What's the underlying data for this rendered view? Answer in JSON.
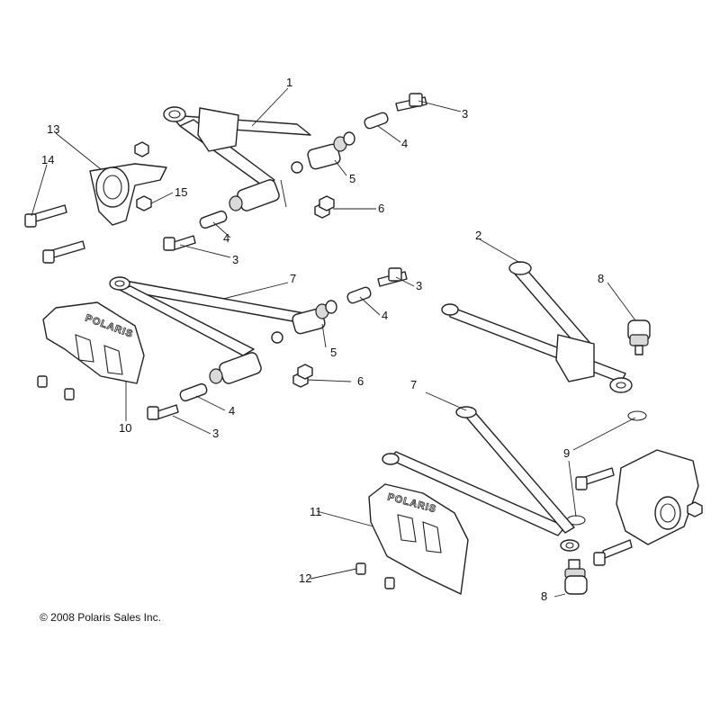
{
  "callouts": {
    "c1": "1",
    "c2": "2",
    "c3a": "3",
    "c3b": "3",
    "c3c": "3",
    "c3d": "3",
    "c4a": "4",
    "c4b": "4",
    "c4c": "4",
    "c4d": "4",
    "c5a": "5",
    "c5b": "5",
    "c6a": "6",
    "c6b": "6",
    "c7a": "7",
    "c7b": "7",
    "c8a": "8",
    "c8b": "8",
    "c9": "9",
    "c10": "10",
    "c11": "11",
    "c12": "12",
    "c13": "13",
    "c14": "14",
    "c15": "15"
  },
  "brand": "POLARIS",
  "copyright": "© 2008 Polaris Sales Inc.",
  "parts": [
    {
      "id": "1",
      "icon": "upper-a-arm-icon"
    },
    {
      "id": "2",
      "icon": "upper-a-arm-icon"
    },
    {
      "id": "3",
      "icon": "bolt-icon"
    },
    {
      "id": "4",
      "icon": "sleeve-icon"
    },
    {
      "id": "5",
      "icon": "bushing-icon"
    },
    {
      "id": "6",
      "icon": "nut-icon"
    },
    {
      "id": "7",
      "icon": "lower-a-arm-icon"
    },
    {
      "id": "8",
      "icon": "ball-joint-icon"
    },
    {
      "id": "9",
      "icon": "retaining-ring-icon"
    },
    {
      "id": "10",
      "icon": "guard-icon"
    },
    {
      "id": "11",
      "icon": "guard-icon"
    },
    {
      "id": "12",
      "icon": "screw-icon"
    },
    {
      "id": "13",
      "icon": "spindle-icon"
    },
    {
      "id": "14",
      "icon": "bolt-icon"
    },
    {
      "id": "15",
      "icon": "nut-icon"
    }
  ]
}
